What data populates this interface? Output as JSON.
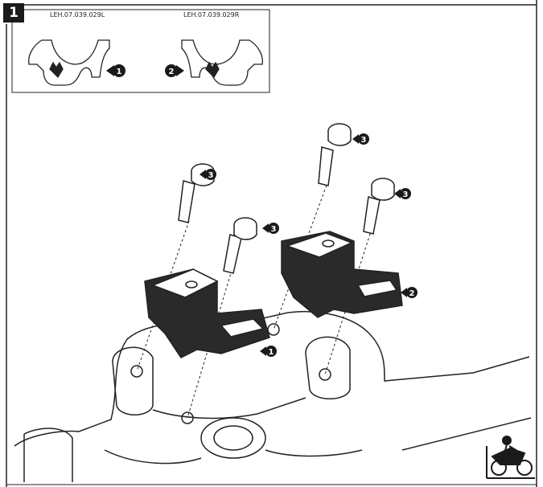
{
  "step": {
    "number": "1"
  },
  "inset": {
    "part_left": "LEH.07.039.029L",
    "part_right": "LEH.07.039.029R",
    "callouts": [
      "1",
      "2"
    ]
  },
  "main": {
    "callouts": {
      "bolt_a": "3",
      "bolt_b": "3",
      "bolt_c": "3",
      "bolt_d": "3",
      "clamp_right": "2",
      "clamp_left": "1"
    }
  },
  "colors": {
    "ink": "#1a1a1a",
    "paper": "#ffffff"
  }
}
